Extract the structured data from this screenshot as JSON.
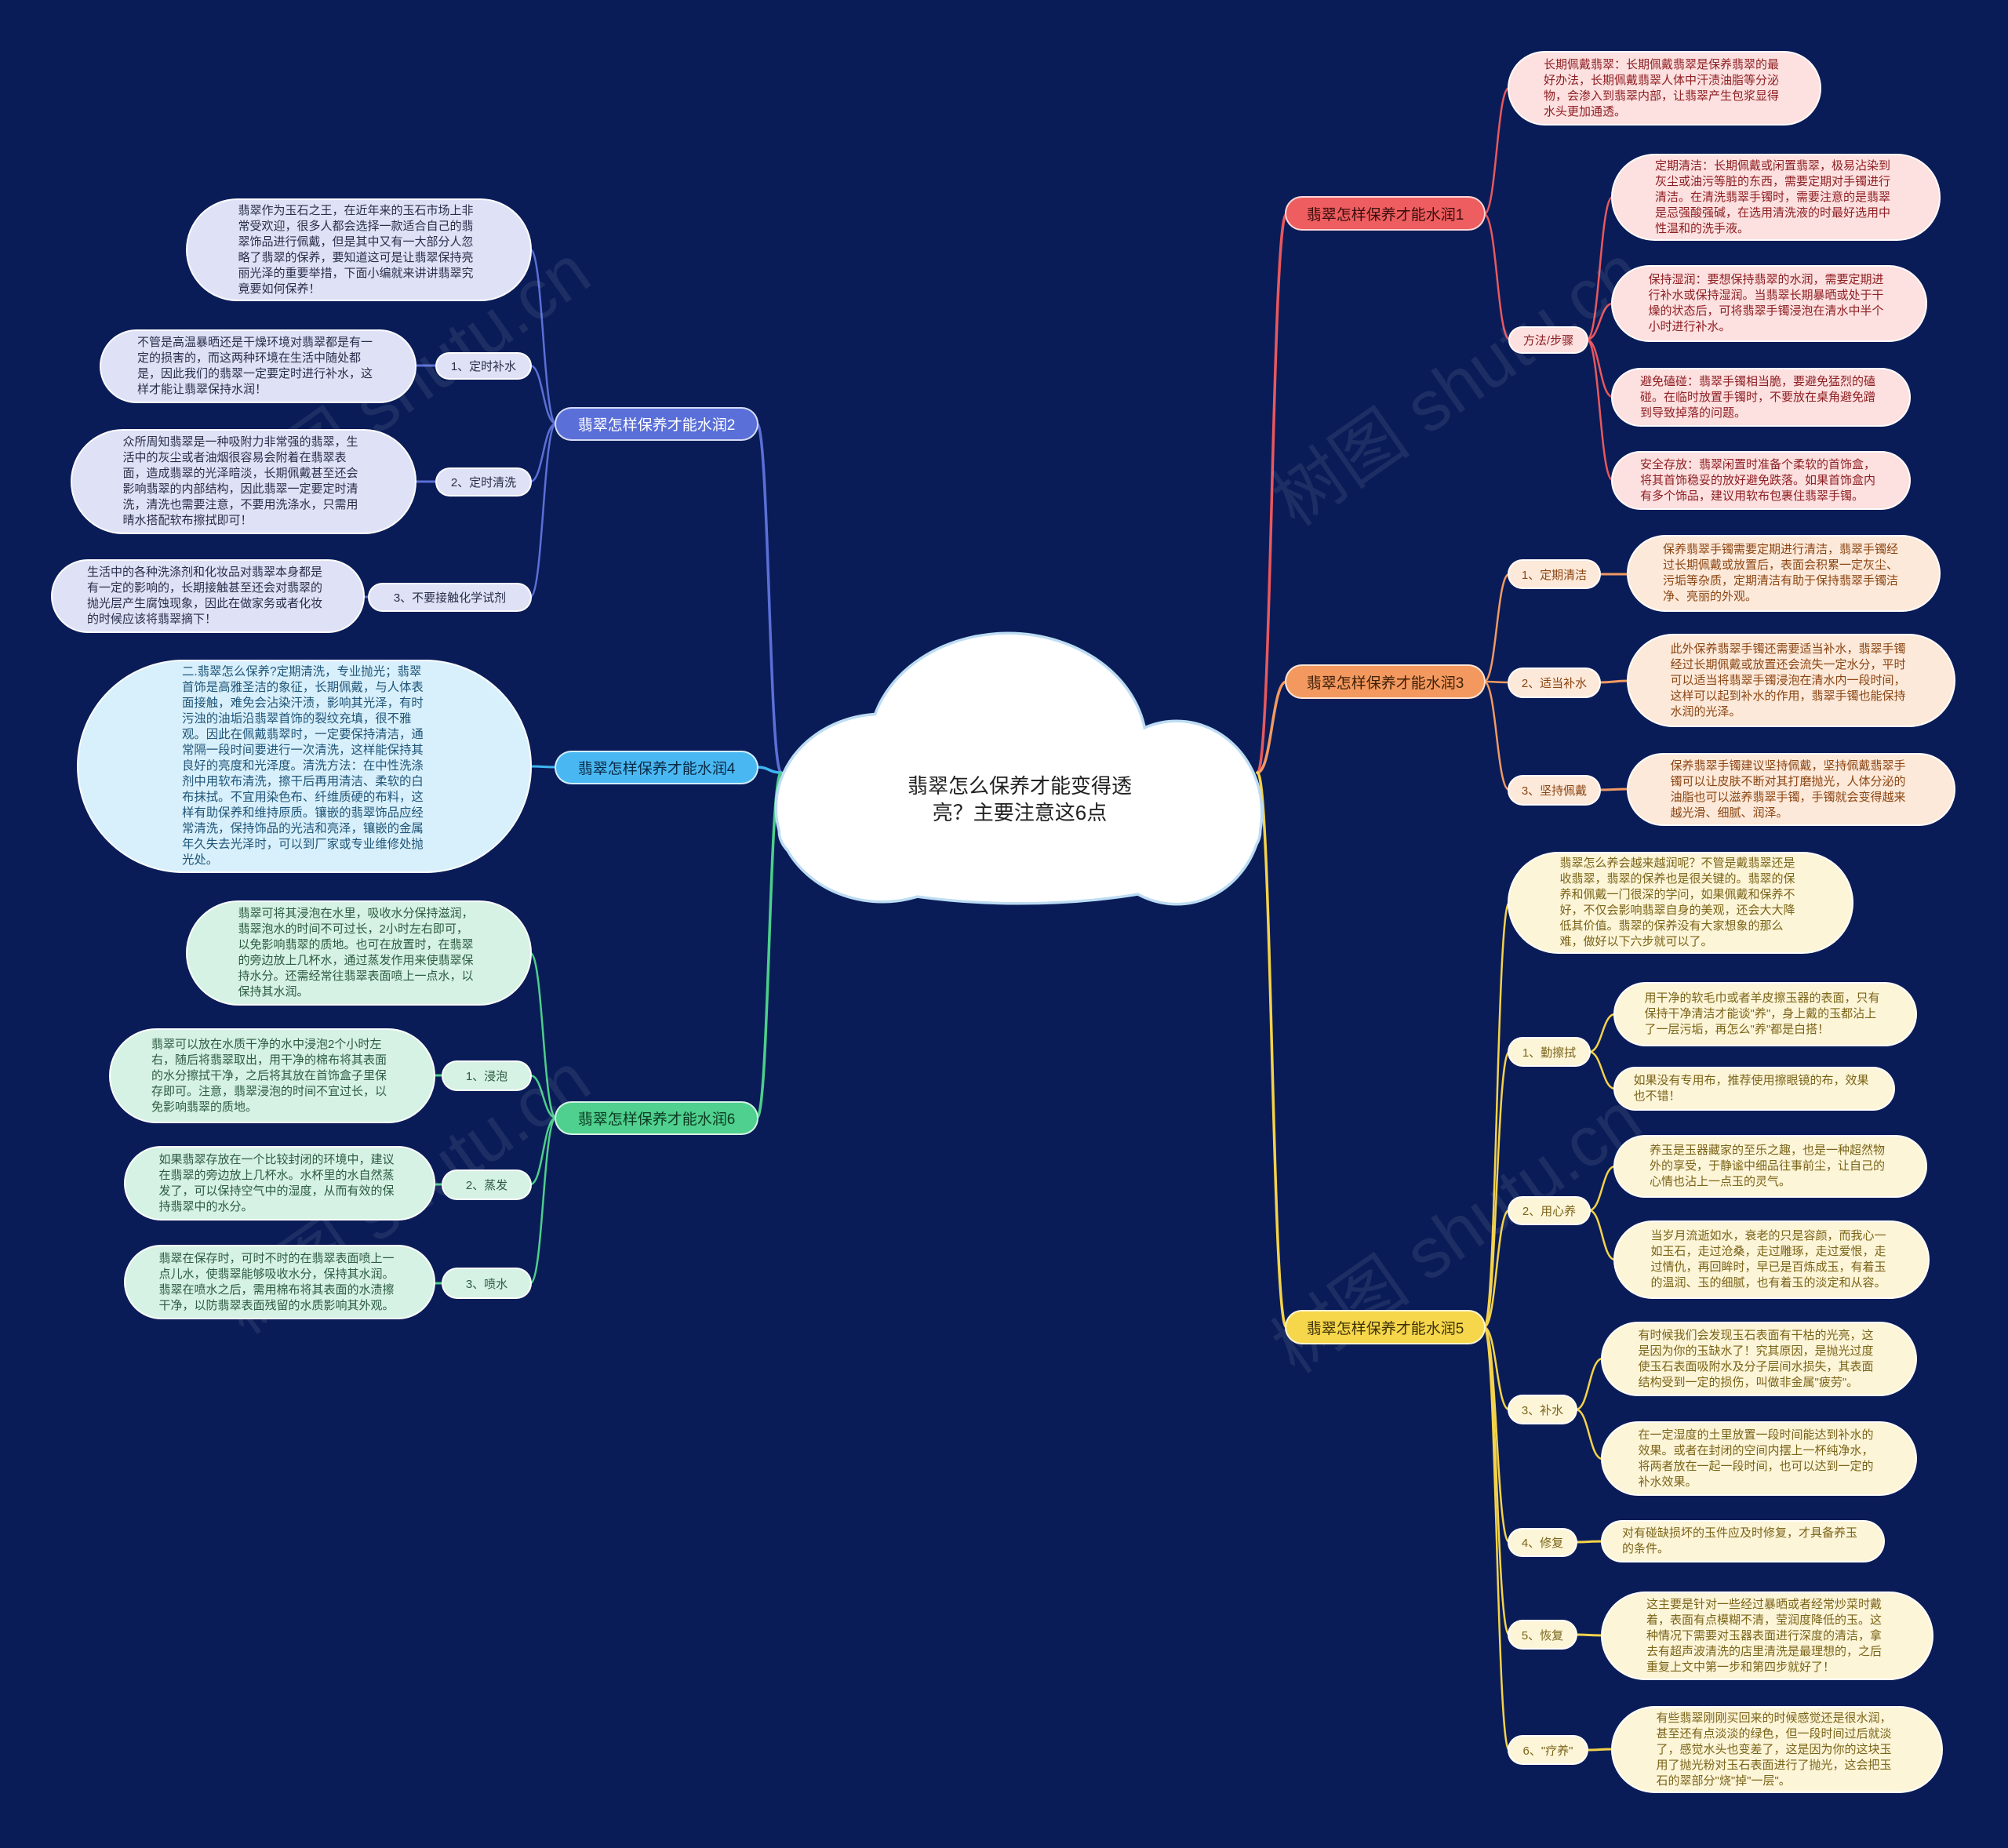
{
  "title": "翡翠怎么保养才能变得透亮？主要注意这6点",
  "watermark": "树图 shutu.cn",
  "colors": {
    "background": "#0a1c57",
    "branch1": "#e8585e",
    "branch2": "#5b6fd6",
    "branch3": "#f29a62",
    "branch4": "#3fb6f2",
    "branch5": "#f4d24a",
    "branch6": "#4ccf8b"
  },
  "branches": {
    "b1": {
      "label": "翡翠怎样保养才能水润1",
      "intro": "长期佩戴翡翠：长期佩戴翡翠是保养翡翠的最好办法，长期佩戴翡翠人体中汗渍油脂等分泌物，会渗入到翡翠内部，让翡翠产生包浆显得水头更加通透。",
      "method_label": "方法/步骤",
      "steps": [
        "定期清洁：长期佩戴或闲置翡翠，极易沾染到灰尘或油污等脏的东西，需要定期对手镯进行清洁。在清洗翡翠手镯时，需要注意的是翡翠是忌强酸强碱，在选用清洗液的时最好选用中性温和的洗手液。",
        "保持湿润：要想保持翡翠的水润，需要定期进行补水或保持湿润。当翡翠长期暴晒或处于干燥的状态后，可将翡翠手镯浸泡在清水中半个小时进行补水。",
        "避免磕碰：翡翠手镯相当脆，要避免猛烈的磕碰。在临时放置手镯时，不要放在桌角避免蹭到导致掉落的问题。",
        "安全存放：翡翠闲置时准备个柔软的首饰盒，将其首饰稳妥的放好避免跌落。如果首饰盒内有多个饰品，建议用软布包裹住翡翠手镯。"
      ]
    },
    "b2": {
      "label": "翡翠怎样保养才能水润2",
      "intro": "翡翠作为玉石之王，在近年来的玉石市场上非常受欢迎，很多人都会选择一款适合自己的翡翠饰品进行佩戴，但是其中又有一大部分人忽略了翡翠的保养，要知道这可是让翡翠保持亮丽光泽的重要举措，下面小编就来讲讲翡翠究竟要如何保养！",
      "items": [
        {
          "label": "1、定时补水",
          "text": "不管是高温暴晒还是干燥环境对翡翠都是有一定的损害的，而这两种环境在生活中随处都是，因此我们的翡翠一定要定时进行补水，这样才能让翡翠保持水润！"
        },
        {
          "label": "2、定时清洗",
          "text": "众所周知翡翠是一种吸附力非常强的翡翠，生活中的灰尘或者油烟很容易会附着在翡翠表面，造成翡翠的光泽暗淡，长期佩戴甚至还会影响翡翠的内部结构，因此翡翠一定要定时清洗，清洗也需要注意，不要用洗涤水，只需用晴水搭配软布擦拭即可！"
        },
        {
          "label": "3、不要接触化学试剂",
          "text": "生活中的各种洗涤剂和化妆品对翡翠本身都是有一定的影响的，长期接触甚至还会对翡翠的抛光层产生腐蚀现象，因此在做家务或者化妆的时候应该将翡翠摘下！"
        }
      ]
    },
    "b3": {
      "label": "翡翠怎样保养才能水润3",
      "items": [
        {
          "label": "1、定期清洁",
          "text": "保养翡翠手镯需要定期进行清洁，翡翠手镯经过长期佩戴或放置后，表面会积累一定灰尘、污垢等杂质，定期清洁有助于保持翡翠手镯洁净、亮丽的外观。"
        },
        {
          "label": "2、适当补水",
          "text": "此外保养翡翠手镯还需要适当补水，翡翠手镯经过长期佩戴或放置还会流失一定水分，平时可以适当将翡翠手镯浸泡在清水内一段时间，这样可以起到补水的作用，翡翠手镯也能保持水润的光泽。"
        },
        {
          "label": "3、坚持佩戴",
          "text": "保养翡翠手镯建议坚持佩戴，坚持佩戴翡翠手镯可以让皮肤不断对其打磨抛光，人体分泌的油脂也可以滋养翡翠手镯，手镯就会变得越来越光滑、细腻、润泽。"
        }
      ]
    },
    "b4": {
      "label": "翡翠怎样保养才能水润4",
      "text": "二.翡翠怎么保养?定期清洗，专业抛光；翡翠首饰是高雅圣洁的象征，长期佩戴，与人体表面接触，难免会沾染汗渍，影响其光泽，有时污浊的油垢沿翡翠首饰的裂纹充填，很不雅观。因此在佩戴翡翠时，一定要保持清洁，通常隔一段时间要进行一次清洗，这样能保持其良好的亮度和光泽度。清洗方法：在中性洗涤剂中用软布清洗，擦干后再用清洁、柔软的白布抹拭。不宜用染色布、纤维质硬的布料，这样有助保养和维持原质。镶嵌的翡翠饰品应经常清洗，保持饰品的光洁和亮泽，镶嵌的金属年久失去光泽时，可以到厂家或专业维修处抛光处。"
    },
    "b5": {
      "label": "翡翠怎样保养才能水润5",
      "intro": "翡翠怎么养会越来越润呢？不管是戴翡翠还是收翡翠，翡翠的保养也是很关键的。翡翠的保养和佩戴一门很深的学问，如果佩戴和保养不好，不仅会影响翡翠自身的美观，还会大大降低其价值。翡翠的保养没有大家想象的那么难，做好以下六步就可以了。",
      "items": [
        {
          "label": "1、勤擦拭",
          "texts": [
            "用干净的软毛巾或者羊皮擦玉器的表面，只有保持干净清洁才能谈\"养\"，身上戴的玉都沾上了一层污垢，再怎么\"养\"都是白搭！",
            "如果没有专用布，推荐使用擦眼镜的布，效果也不错！"
          ]
        },
        {
          "label": "2、用心养",
          "texts": [
            "养玉是玉器藏家的至乐之趣，也是一种超然物外的享受，于静谧中细品往事前尘，让自己的心情也沾上一点玉的灵气。",
            "当岁月流逝如水，衰老的只是容颜，而我心一如玉石，走过沧桑，走过雕琢，走过爱恨，走过情仇，再回眸时，早已是百炼成玉，有着玉的温润、玉的细腻，也有着玉的淡定和从容。"
          ]
        },
        {
          "label": "3、补水",
          "texts": [
            "有时候我们会发现玉石表面有干枯的光亮，这是因为你的玉缺水了！究其原因，是抛光过度使玉石表面吸附水及分子层间水损失，其表面结构受到一定的损伤，叫做非金属\"疲劳\"。",
            "在一定湿度的土里放置一段时间能达到补水的效果。或者在封闭的空间内摆上一杯纯净水，将两者放在一起一段时间，也可以达到一定的补水效果。"
          ]
        },
        {
          "label": "4、修复",
          "texts": [
            "对有碰缺损坏的玉件应及时修复，才具备养玉的条件。"
          ]
        },
        {
          "label": "5、恢复",
          "texts": [
            "这主要是针对一些经过暴晒或者经常炒菜时戴着，表面有点模糊不清，莹润度降低的玉。这种情况下需要对玉器表面进行深度的清洁，拿去有超声波清洗的店里清洗是最理想的，之后重复上文中第一步和第四步就好了！"
          ]
        },
        {
          "label": "6、\"疗养\"",
          "texts": [
            "有些翡翠刚刚买回来的时候感觉还是很水润，甚至还有点淡淡的绿色，但一段时间过后就淡了，感觉水头也变差了，这是因为你的这块玉用了抛光粉对玉石表面进行了抛光，这会把玉石的翠部分\"烧\"掉\"一层\"。"
          ]
        }
      ]
    },
    "b6": {
      "label": "翡翠怎样保养才能水润6",
      "intro": "翡翠可将其浸泡在水里，吸收水分保持滋润，翡翠泡水的时间不可过长，2小时左右即可，以免影响翡翠的质地。也可在放置时，在翡翠的旁边放上几杯水，通过蒸发作用来使翡翠保持水分。还需经常往翡翠表面喷上一点水，以保持其水润。",
      "items": [
        {
          "label": "1、浸泡",
          "text": "翡翠可以放在水质干净的水中浸泡2个小时左右，随后将翡翠取出，用干净的棉布将其表面的水分擦拭干净，之后将其放在首饰盒子里保存即可。注意，翡翠浸泡的时间不宜过长，以免影响翡翠的质地。"
        },
        {
          "label": "2、蒸发",
          "text": "如果翡翠存放在一个比较封闭的环境中，建议在翡翠的旁边放上几杯水。水杯里的水自然蒸发了，可以保持空气中的湿度，从而有效的保持翡翠中的水分。"
        },
        {
          "label": "3、喷水",
          "text": "翡翠在保存时，可时不时的在翡翠表面喷上一点儿水，使翡翠能够吸收水分，保持其水润。翡翠在喷水之后，需用棉布将其表面的水渍擦干净，以防翡翠表面残留的水质影响其外观。"
        }
      ]
    }
  }
}
